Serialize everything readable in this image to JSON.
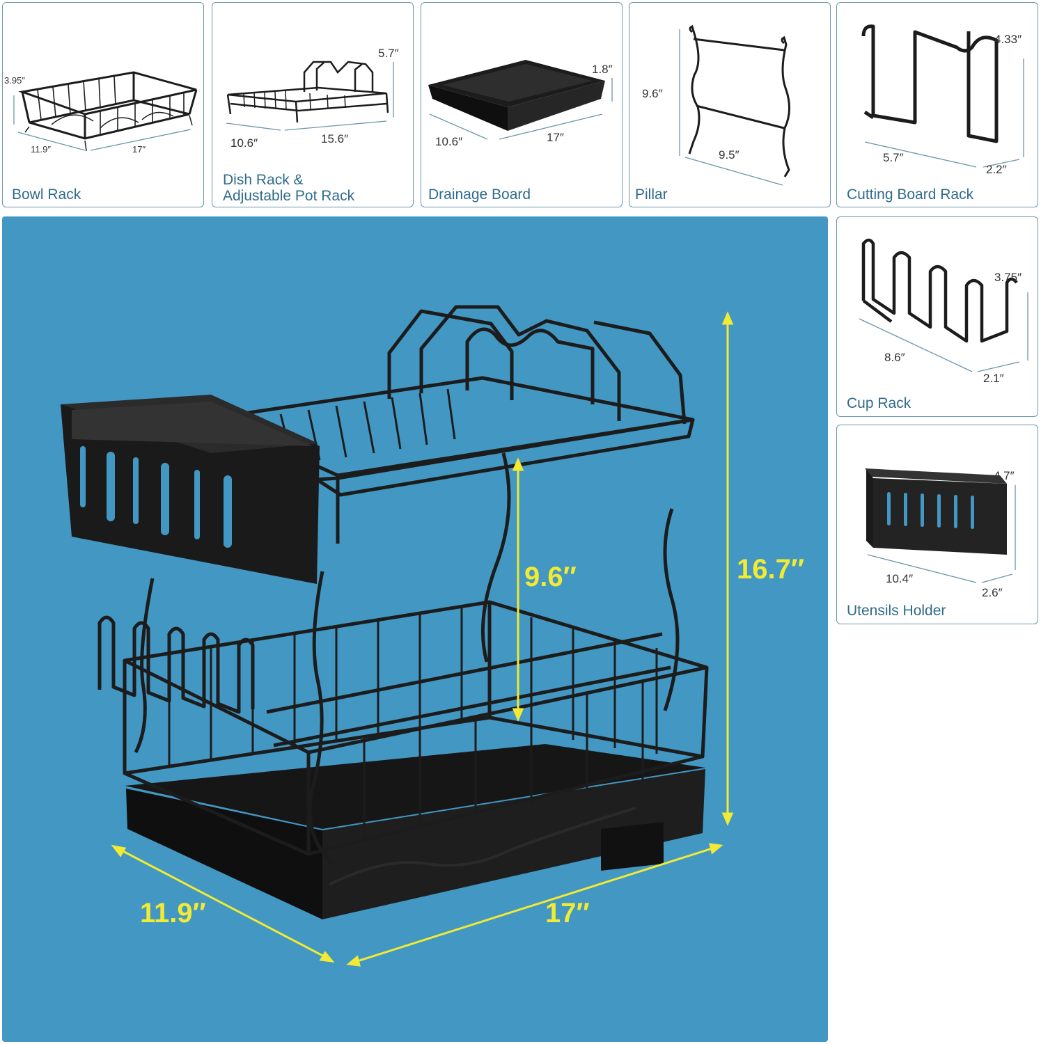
{
  "parts": {
    "bowl_rack": {
      "label": "Bowl Rack",
      "height": "3.95″",
      "width": "11.9″",
      "length": "17″"
    },
    "dish_rack": {
      "label_line1": "Dish Rack &",
      "label_line2": "Adjustable Pot Rack",
      "height": "5.7″",
      "width": "10.6″",
      "length": "15.6″"
    },
    "drainage_board": {
      "label": "Drainage Board",
      "height": "1.8″",
      "width": "10.6″",
      "length": "17″"
    },
    "pillar": {
      "label": "Pillar",
      "height": "9.6″",
      "width": "9.5″"
    },
    "cutting_board_rack": {
      "label": "Cutting Board Rack",
      "height": "4.33″",
      "length": "5.7″",
      "depth": "2.2″"
    },
    "cup_rack": {
      "label": "Cup Rack",
      "height": "3.75″",
      "length": "8.6″",
      "depth": "2.1″"
    },
    "utensils_holder": {
      "label": "Utensils Holder",
      "height": "4.7″",
      "length": "10.4″",
      "depth": "2.6″"
    }
  },
  "assembled": {
    "tier_gap": "9.6″",
    "total_height": "16.7″",
    "width": "11.9″",
    "length": "17″"
  },
  "colors": {
    "panel_border": "#6b95ab",
    "label_text": "#2f6b8a",
    "main_background": "#4397c3",
    "dimension_highlight": "#f2ea33",
    "product": "#1c1c1c"
  }
}
